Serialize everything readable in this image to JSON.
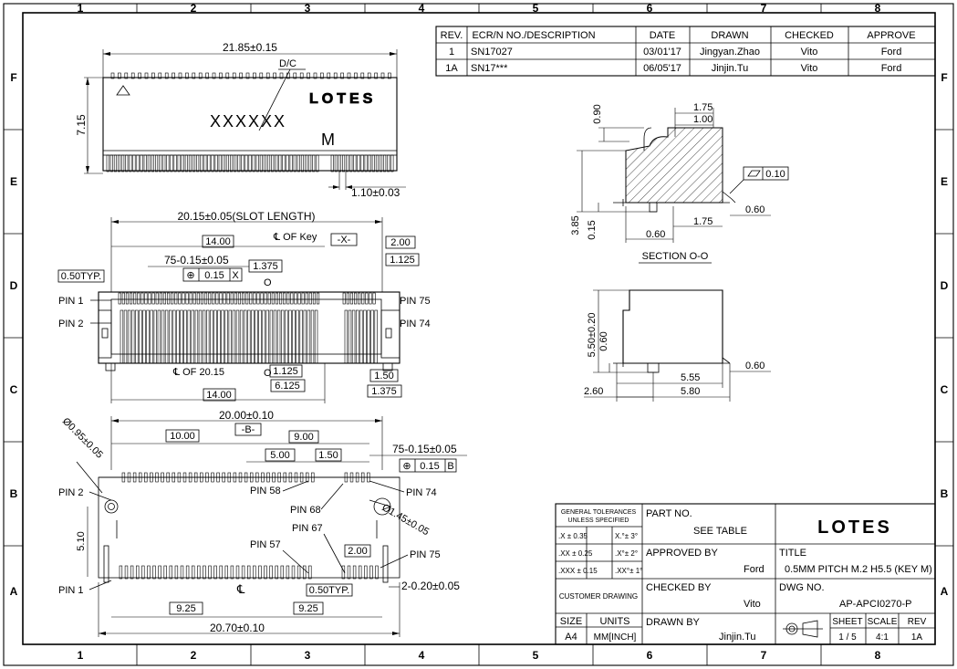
{
  "frame": {
    "columns": [
      "1",
      "2",
      "3",
      "4",
      "5",
      "6",
      "7",
      "8"
    ],
    "rows": [
      "F",
      "E",
      "D",
      "C",
      "B",
      "A"
    ]
  },
  "revision_table": {
    "headers": [
      "REV.",
      "ECR/N NO./DESCRIPTION",
      "DATE",
      "DRAWN",
      "CHECKED",
      "APPROVE"
    ],
    "rows": [
      [
        "1",
        "SN17027",
        "03/01'17",
        "Jingyan.Zhao",
        "Vito",
        "Ford"
      ],
      [
        "1A",
        "SN17***",
        "06/05'17",
        "Jinjin.Tu",
        "Vito",
        "Ford"
      ]
    ]
  },
  "top_view": {
    "dim_width": "21.85±0.15",
    "dim_height": "7.15",
    "dc_label": "D/C",
    "marking": "XXXXXX",
    "brand": "LOTES",
    "key_letter": "M",
    "dim_pitch_offset": "1.10±0.03"
  },
  "front_view": {
    "dim_slot": "20.15±0.05(SLOT LENGTH)",
    "dim_14_top": "14.00",
    "cl_key": "℄ OF Key",
    "datum_x": "-X-",
    "dim_2_00": "2.00",
    "dim_pin_pos": "75-0.15±0.05",
    "dim_1_375_top": "1.375",
    "dim_1_125_top": "1.125",
    "tol_frame": [
      "⊕",
      "0.15",
      "X"
    ],
    "label_o_top": "O",
    "dim_050typ": "0.50TYP.",
    "pin_1": "PIN  1",
    "pin_2": "PIN  2",
    "pin_75": "PIN  75",
    "pin_74": "PIN  74",
    "cl_of_20": "℄ OF 20.15",
    "label_o_bot": "O",
    "dim_1_125_bot": "1.125",
    "dim_6_125": "6.125",
    "dim_1_50": "1.50",
    "dim_1_375_bot": "1.375",
    "dim_14_bot": "14.00"
  },
  "section_view": {
    "dim_0_90": "0.90",
    "dim_1_75_top": "1.75",
    "dim_1_00": "1.00",
    "flatness": "0.10",
    "dim_0_60_right": "0.60",
    "dim_3_85": "3.85",
    "dim_0_15": "0.15",
    "dim_1_75_bot": "1.75",
    "dim_0_60_bot": "0.60",
    "title": "SECTION  O-O"
  },
  "side_view": {
    "dim_5_50": "5.50±0.20",
    "dim_0_60_left": "0.60",
    "dim_0_60_right": "0.60",
    "dim_5_55": "5.55",
    "dim_2_60": "2.60",
    "dim_5_80": "5.80"
  },
  "footprint": {
    "dim_dia_095": "Ø0.95±0.05",
    "dim_20_00": "20.00±0.10",
    "dim_10_00": "10.00",
    "datum_b": "-B-",
    "dim_9_00": "9.00",
    "dim_5_00": "5.00",
    "dim_1_50": "1.50",
    "dim_pin_pos": "75-0.15±0.05",
    "tol_frame": [
      "⊕",
      "0.15",
      "B"
    ],
    "pin_2": "PIN  2",
    "pin_58": "PIN  58",
    "pin_74": "PIN  74",
    "pin_68": "PIN  68",
    "dim_dia_145": "Ø1.45±0.05",
    "dim_5_10": "5.10",
    "pin_67": "PIN  67",
    "pin_57": "PIN  57",
    "dim_2_00": "2.00",
    "pin_75": "PIN  75",
    "pin_1": "PIN  1",
    "cl": "℄",
    "dim_050typ": "0.50TYP.",
    "dim_pad_width": "2-0.20±0.05",
    "dim_9_25_left": "9.25",
    "dim_9_25_right": "9.25",
    "dim_20_70": "20.70±0.10"
  },
  "title_block": {
    "tol_header": "GENERAL TOLERANCES\nUNLESS SPECIFIED",
    "tol_rows": [
      [
        ".X ±   0.35",
        "X.°±   3°"
      ],
      [
        ".XX ±  0.25",
        ".X°±   2°"
      ],
      [
        ".XXX ± 0.15",
        ".XX°± 1°"
      ]
    ],
    "customer_drawing": "CUSTOMER DRAWING",
    "size_label": "SIZE",
    "size_value": "A4",
    "units_label": "UNITS",
    "units_value": "MM[INCH]",
    "part_no_label": "PART NO.",
    "part_no_value": "SEE TABLE",
    "approved_label": "APPROVED BY",
    "approved_value": "Ford",
    "checked_label": "CHECKED BY",
    "checked_value": "Vito",
    "drawn_label": "DRAWN BY",
    "drawn_value": "Jinjin.Tu",
    "brand": "LOTES",
    "title_label": "TITLE",
    "title_value": "0.5MM PITCH M.2 H5.5 (KEY M)",
    "dwg_label": "DWG NO.",
    "dwg_value": "AP-APCI0270-P",
    "sheet_label": "SHEET",
    "sheet_value": "1 / 5",
    "scale_label": "SCALE",
    "scale_value": "4:1",
    "rev_label": "REV",
    "rev_value": "1A"
  }
}
